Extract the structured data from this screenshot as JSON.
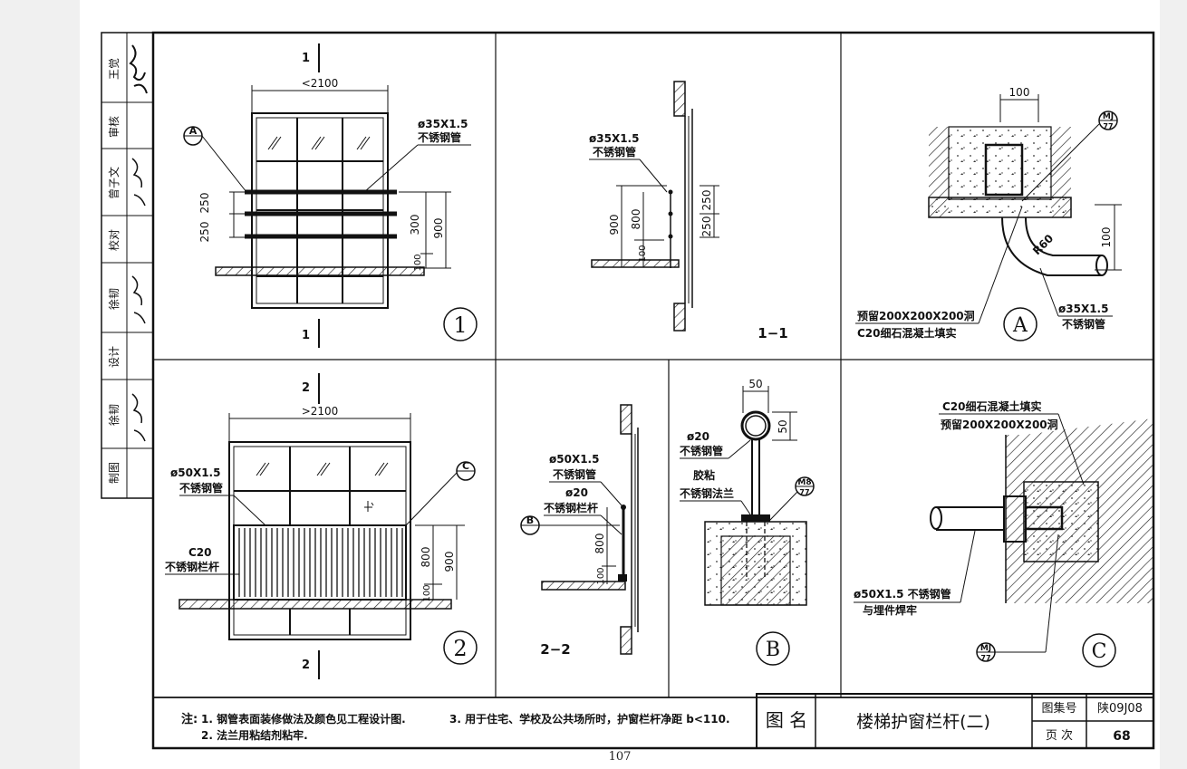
{
  "signatures": [
    {
      "role": "审核",
      "name": "王觉"
    },
    {
      "role": "校对",
      "name": "曾子文"
    },
    {
      "role": "设计",
      "name": "徐韧"
    },
    {
      "role": "制图",
      "name": "徐韧"
    }
  ],
  "details": {
    "d1": {
      "section_mark": "1",
      "width": "<2100",
      "pipe": "ø35X1.5",
      "pipe_material": "不锈钢管",
      "dims": [
        "250",
        "250",
        "300",
        "900",
        "100"
      ],
      "ref": "A",
      "number": "1"
    },
    "s11": {
      "pipe": "ø35X1.5",
      "pipe_material": "不锈钢管",
      "dims": [
        "900",
        "800",
        "100",
        "250",
        "250"
      ],
      "label": "1−1"
    },
    "dA": {
      "width": "100",
      "mj": "MJ",
      "mj_sub": "77",
      "radius": "R60",
      "height": "100",
      "hole": "预留200X200X200洞",
      "fill": "C20细石混凝土填实",
      "pipe": "ø35X1.5",
      "pipe_material": "不锈钢管",
      "label": "A"
    },
    "d2": {
      "section_mark": "2",
      "width": ">2100",
      "pipe": "ø50X1.5",
      "pipe_material": "不锈钢管",
      "rail_grade": "C20",
      "rail": "不锈钢栏杆",
      "dims": [
        "800",
        "900",
        "100"
      ],
      "ref": "C",
      "number": "2"
    },
    "s22": {
      "pipe": "ø50X1.5",
      "pipe_material": "不锈钢管",
      "bar": "ø20",
      "bar_material": "不锈钢栏杆",
      "dims": [
        "800",
        "100"
      ],
      "ref": "B",
      "label": "2−2"
    },
    "dB": {
      "w": "50",
      "h": "50",
      "bar": "ø20",
      "bar_material": "不锈钢管",
      "glue": "胶粘",
      "flange": "不锈钢法兰",
      "mj": "M8",
      "mj_sub": "77",
      "label": "B"
    },
    "dC": {
      "fill": "C20细石混凝土填实",
      "hole": "预留200X200X200洞",
      "pipe": "ø50X1.5 不锈钢管",
      "weld": "与埋件焊牢",
      "mj": "MJ",
      "mj_sub": "77",
      "label": "C"
    }
  },
  "notes": {
    "prefix": "注:",
    "n1": "1.  钢管表面装修做法及颜色见工程设计图.",
    "n3": "3.  用于住宅、学校及公共场所时，护窗栏杆净距 b<110.",
    "n2": "2.  法兰用粘结剂粘牢."
  },
  "title_block": {
    "name_label": "图 名",
    "title": "楼梯护窗栏杆(二)",
    "atlas_label": "图集号",
    "atlas_no": "陕09J08",
    "page_label": "页 次",
    "page_no": "68"
  },
  "page_number": "107"
}
